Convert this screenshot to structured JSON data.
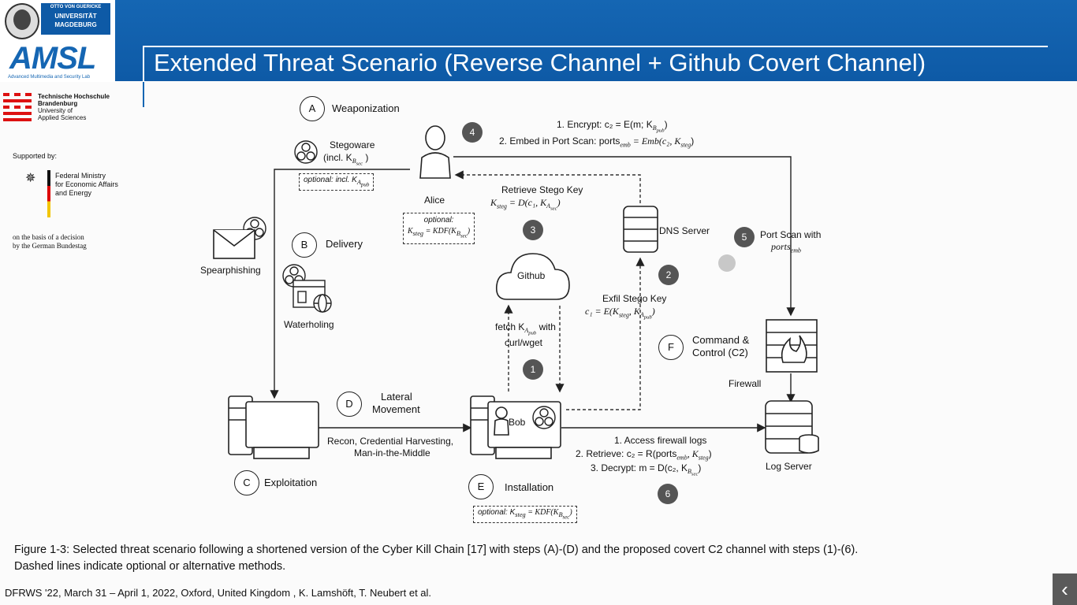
{
  "header": {
    "university": "OTTO VON GUERICKE",
    "university_l2": "UNIVERSITÄT",
    "university_l3": "MAGDEBURG",
    "lab_logo": "AMSL",
    "lab_sub": "Advanced Multimedia and Security Lab",
    "title": "Extended Threat Scenario (Reverse Channel + Github Covert Channel)"
  },
  "sidebar": {
    "thb_l1": "Technische Hochschule",
    "thb_l2": "Brandenburg",
    "thb_l3": "University of",
    "thb_l4": "Applied Sciences",
    "supported": "Supported by:",
    "ministry_l1": "Federal Ministry",
    "ministry_l2": "for Economic Affairs",
    "ministry_l3": "and Energy",
    "basis_l1": "on the basis of a decision",
    "basis_l2": "by the German Bundestag"
  },
  "diagram": {
    "steps": {
      "A": "Weaponization",
      "B": "Delivery",
      "C": "Exploitation",
      "D_l1": "Lateral",
      "D_l2": "Movement",
      "E": "Installation",
      "F_l1": "Command &",
      "F_l2": "Control (C2)"
    },
    "letters": [
      "A",
      "B",
      "C",
      "D",
      "E",
      "F"
    ],
    "numbers": [
      "1",
      "2",
      "3",
      "4",
      "5",
      "6"
    ],
    "nodes": {
      "alice": "Alice",
      "bob": "Bob",
      "github": "Github",
      "dns": "DNS Server",
      "firewall": "Firewall",
      "logserver": "Log Server",
      "spearphishing": "Spearphishing",
      "waterholing": "Waterholing"
    },
    "labels": {
      "stegoware": "Stegoware",
      "stegoware_incl": "(incl. K",
      "stegoware_sub": "B",
      "stegoware_sub2": "sec",
      "optional_incl": "optional: incl. K",
      "encrypt": "1. Encrypt: c₂ = E(m; K",
      "embed": "2. Embed in Port Scan: ports",
      "embed_eq": " = Emb(c₂, K",
      "retrieve_key": "Retrieve Stego Key",
      "ksteg_eq": "K",
      "optional_kdf_title": "optional:",
      "exfil": "Exfil Stego Key",
      "portscan": "Port Scan with",
      "portscan2": "ports",
      "fetch": "fetch K",
      "fetch_with": " with",
      "curl": "curl/wget",
      "recon_l1": "Recon, Credential Harvesting,",
      "recon_l2": "Man-in-the-Middle",
      "access": "1. Access firewall logs",
      "retrieve": "2. Retrieve: c₂ = R(ports",
      "decrypt": "3. Decrypt: m = D(c₂, K",
      "optional_install": "optional: K"
    }
  },
  "caption": {
    "line1": "Figure 1-3: Selected threat scenario following a shortened version of the Cyber Kill Chain [17] with steps (A)-(D) and the proposed covert C2 channel with steps (1)-(6).",
    "line2": "Dashed lines indicate optional or alternative methods."
  },
  "footer": "DFRWS '22, March 31 – April 1, 2022, Oxford, United Kingdom , K. Lamshöft, T. Neubert et al.",
  "nav": {
    "prev_icon": "chevron-left-icon"
  },
  "colors": {
    "header_blue": "#1566b3",
    "step_dot": "#555555"
  }
}
